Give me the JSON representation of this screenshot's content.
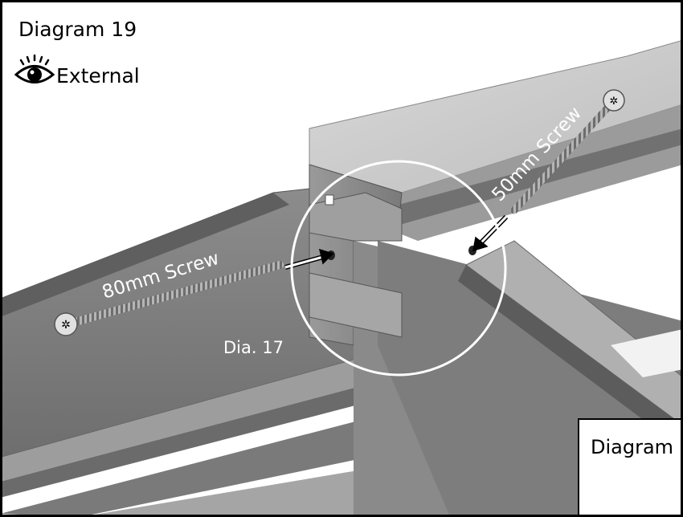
{
  "header": {
    "title": "Diagram 19",
    "view_label": "External"
  },
  "callouts": {
    "screw_80": "80mm Screw",
    "screw_50": "50mm Screw",
    "detail_ref": "Dia. 17"
  },
  "inset": {
    "label": "Diagram"
  },
  "icons": [
    "eye-icon",
    "screw-icon",
    "arrow-icon"
  ]
}
